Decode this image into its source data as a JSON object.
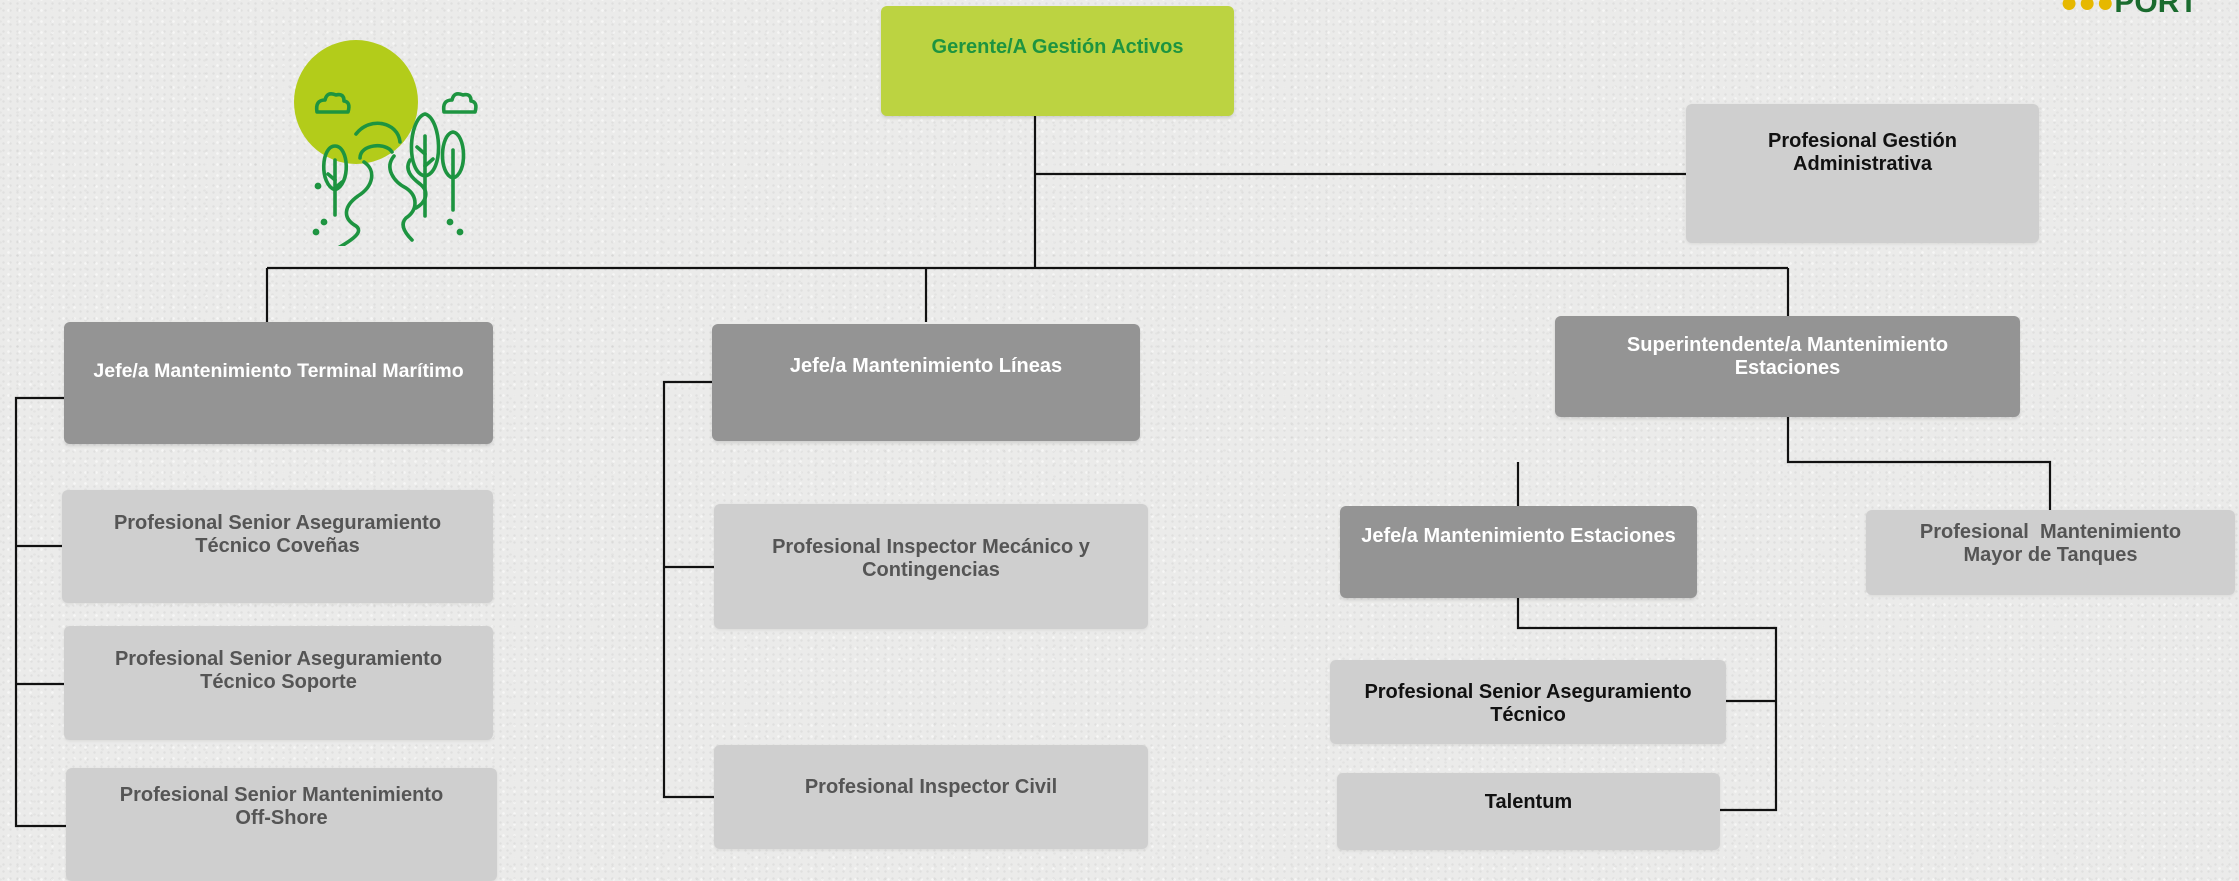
{
  "brand": {
    "text": "PORT"
  },
  "nodes": {
    "gerente": "Gerente/A Gestión Activos",
    "prof_gestion_admin": "Profesional Gestión Administrativa",
    "jefe_terminal": "Jefe/a Mantenimiento Terminal Marítimo",
    "jefe_lineas": "Jefe/a Mantenimiento Líneas",
    "super_estaciones": "Superintendente/a Mantenimiento Estaciones",
    "prof_sr_coveñas": "Profesional Senior Aseguramiento Técnico Coveñas",
    "prof_sr_soporte": "Profesional Senior Aseguramiento Técnico Soporte",
    "prof_sr_offshore": "Profesional Senior Mantenimiento Off-Shore",
    "prof_insp_mecanico": "Profesional Inspector Mecánico y Contingencias",
    "prof_insp_civil": "Profesional Inspector Civil",
    "jefe_estaciones": "Jefe/a Mantenimiento Estaciones",
    "prof_mayor_tanques": "Profesional  Mantenimiento Mayor de Tanques",
    "prof_sr_tecnico": "Profesional Senior Aseguramiento Técnico",
    "talentum": "Talentum"
  },
  "colors": {
    "dark_box": "#949494",
    "light_box": "#cfcfcf",
    "head_box": "#bcd341",
    "head_text": "#1d9440",
    "icon_green": "#1d9440",
    "icon_sun": "#b3cc1a",
    "connector": "#111111"
  },
  "icon": {
    "name": "forest-river-sun-icon"
  }
}
